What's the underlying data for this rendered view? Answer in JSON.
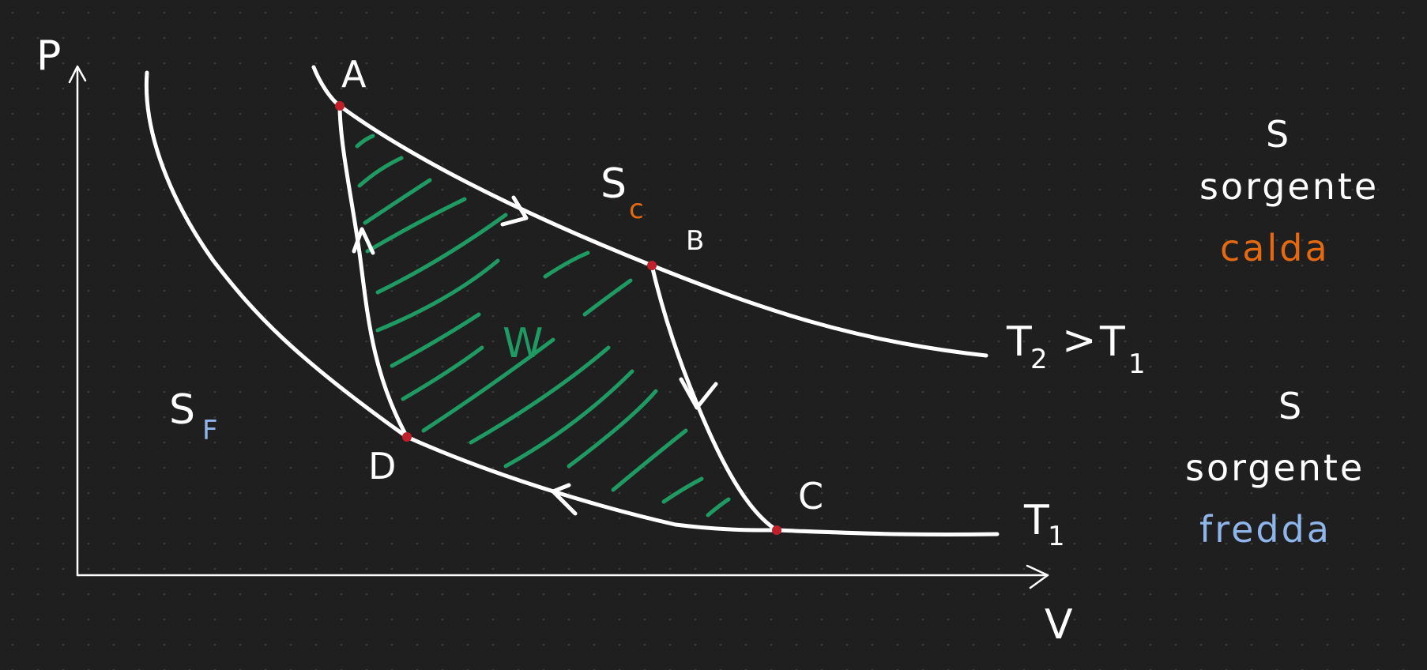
{
  "colors": {
    "background": "#1f1f1f",
    "dot_grid": "#3a3a3a",
    "ink": "#ffffff",
    "work_hatch": "#1f9a62",
    "hot_accent": "#e36a12",
    "cold_accent": "#8fb5ea",
    "state_point": "#c0202a"
  },
  "axes": {
    "y_label": "P",
    "x_label": "V"
  },
  "points": {
    "a": "A",
    "b": "B",
    "c": "C",
    "d": "D"
  },
  "work_label": "W",
  "hot_isotherm": {
    "label_T2": "T",
    "label_T2_sub": "2",
    "label_gt": ">",
    "label_T1": "T",
    "label_T1_sub": "1"
  },
  "cold_isotherm": {
    "label_T": "T",
    "label_T_sub": "1"
  },
  "region_labels": {
    "hot_S": "S",
    "hot_sub": "c",
    "cold_S": "S",
    "cold_sub": "F"
  },
  "legend": {
    "hot": {
      "symbol": "S",
      "word1": "sorgente",
      "word2": "calda"
    },
    "cold": {
      "symbol": "S",
      "word1": "sorgente",
      "word2": "fredda"
    }
  }
}
